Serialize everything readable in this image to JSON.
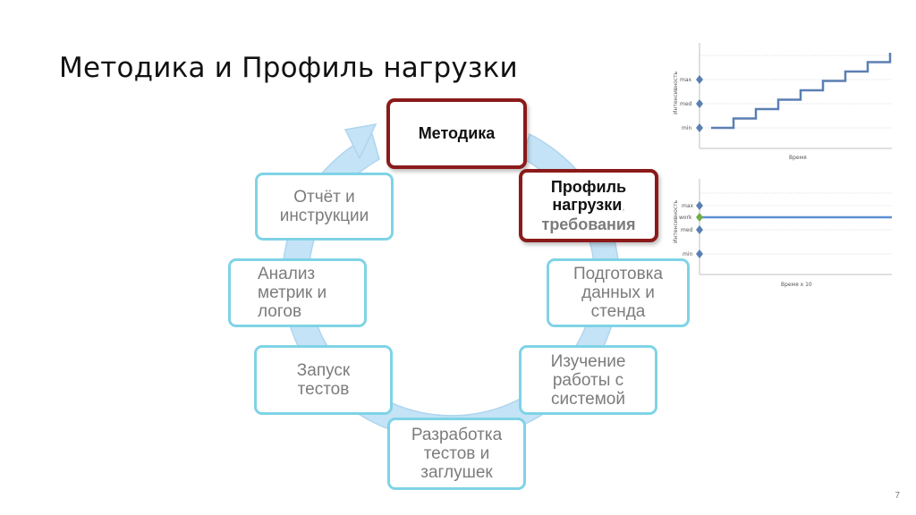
{
  "slide": {
    "title": "Методика и Профиль нагрузки",
    "page_number": "7"
  },
  "cycle": {
    "methodology": "Методика",
    "profile_line1": "Профиль",
    "profile_line2": "нагрузки",
    "profile_comma": ",",
    "profile_line3": "требования",
    "data_prep": "Подготовка\nданных и\nстенда",
    "system_study": "Изучение\nработы с\nсистемой",
    "test_dev": "Разработка\nтестов и\nзаглушек",
    "test_run": "Запуск\nтестов",
    "analysis": "Анализ\nметрик и\nлогов",
    "report": "Отчёт и\nинструкции"
  },
  "colors": {
    "arrow_fill": "#c5e3f6",
    "arrow_stroke": "#aed5ef",
    "box_border": "#7fd3e6",
    "highlight_border": "#8b1a1a",
    "step_line": "#5b7fb3",
    "work_line": "#5b8fd1",
    "marker": "#5b7fb3",
    "work_marker": "#70ad47"
  },
  "chart_data": [
    {
      "type": "line",
      "ylabel": "Интенсивность",
      "xlabel": "Время",
      "y_markers": [
        "max",
        "med",
        "min"
      ],
      "series": [
        {
          "values": [
            1,
            1,
            2,
            2,
            3,
            3,
            4,
            4,
            5,
            5,
            6,
            6,
            7,
            7,
            8,
            8,
            9
          ]
        }
      ]
    },
    {
      "type": "line",
      "ylabel": "Интенсивность",
      "xlabel": "Время x 10",
      "y_markers": [
        "max",
        "work",
        "med",
        "min"
      ],
      "series": [
        {
          "values": [
            1,
            1
          ]
        }
      ]
    }
  ]
}
